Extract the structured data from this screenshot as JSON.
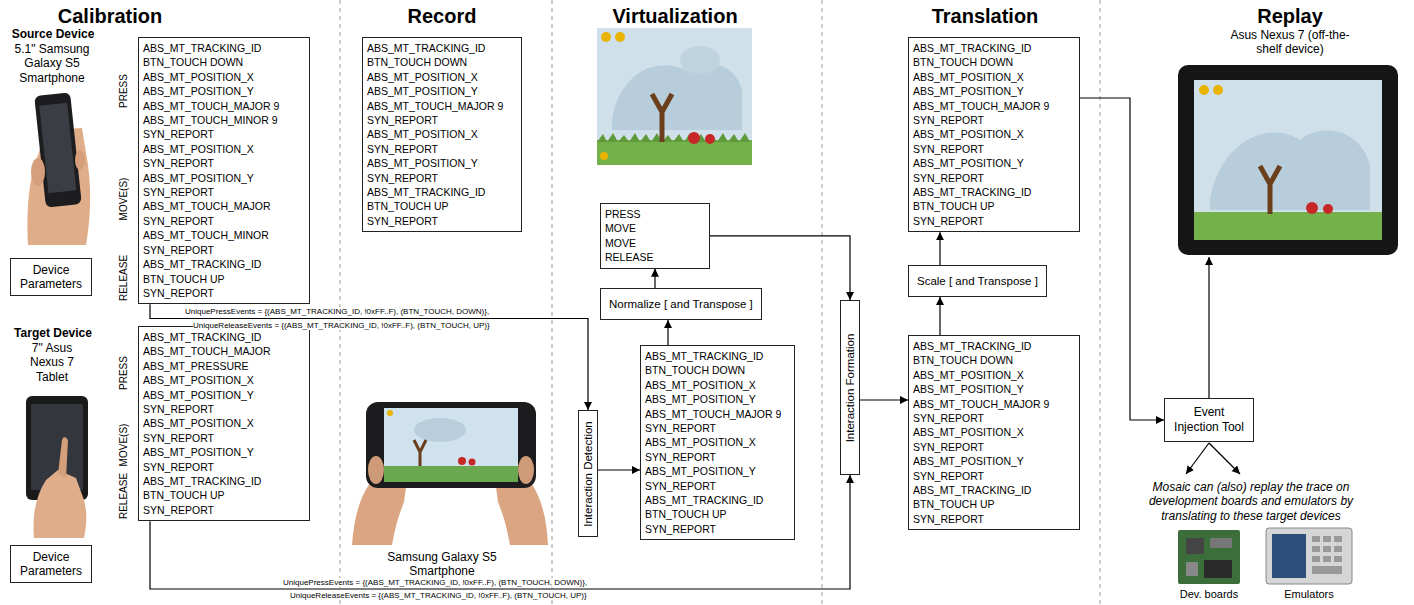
{
  "diagram": {
    "nodes": [
      {
        "text": [
          "ABS_MT_TRACKING_ID",
          "BTN_TOUCH DOWN",
          "ABS_MT_POSITION_X",
          "ABS_MT_POSITION_Y",
          "ABS_MT_TOUCH_MAJOR 9",
          "ABS_MT_TOUCH_MINOR 9",
          "SYN_REPORT",
          "ABS_MT_POSITION_X",
          "SYN_REPORT",
          "ABS_MT_POSITION_Y",
          "SYN_REPORT",
          "ABS_MT_TOUCH_MAJOR",
          "SYN_REPORT",
          "ABS_MT_TOUCH_MINOR",
          "SYN_REPORT",
          "ABS_MT_TRACKING_ID",
          "BTN_TOUCH UP",
          "SYN_REPORT"
        ]
      },
      {
        "text": [
          "Device Parameters"
        ]
      },
      {
        "text": [
          "ABS_MT_TRACKING_ID",
          "ABS_MT_TOUCH_MAJOR",
          "ABS_MT_PRESSURE",
          "ABS_MT_POSITION_X",
          "ABS_MT_POSITION_Y",
          "SYN_REPORT",
          "ABS_MT_POSITION_X",
          "SYN_REPORT",
          "ABS_MT_POSITION_Y",
          "SYN_REPORT",
          "ABS_MT_TRACKING_ID",
          "BTN_TOUCH UP",
          "SYN_REPORT"
        ]
      },
      {
        "text": [
          "Device Parameters"
        ]
      },
      {
        "text": [
          "ABS_MT_TRACKING_ID",
          "BTN_TOUCH DOWN",
          "ABS_MT_POSITION_X",
          "ABS_MT_POSITION_Y",
          "ABS_MT_TOUCH_MAJOR 9",
          "SYN_REPORT",
          "ABS_MT_POSITION_X",
          "SYN_REPORT",
          "ABS_MT_POSITION_Y",
          "SYN_REPORT",
          "ABS_MT_TRACKING_ID",
          "BTN_TOUCH UP",
          "SYN_REPORT"
        ]
      },
      {
        "text": [
          "PRESS",
          "MOVE",
          "MOVE",
          "RELEASE"
        ]
      },
      {
        "text": [
          "Normalize [ and Transpose ]"
        ]
      },
      {
        "text": [
          "Interaction Detection"
        ]
      },
      {
        "text": [
          "ABS_MT_TRACKING_ID",
          "BTN_TOUCH DOWN",
          "ABS_MT_POSITION_X",
          "ABS_MT_POSITION_Y",
          "ABS_MT_TOUCH_MAJOR 9",
          "SYN_REPORT",
          "ABS_MT_POSITION_X",
          "SYN_REPORT",
          "ABS_MT_POSITION_Y",
          "SYN_REPORT",
          "ABS_MT_TRACKING_ID",
          "BTN_TOUCH UP",
          "SYN_REPORT"
        ]
      },
      {
        "text": [
          "ABS_MT_TRACKING_ID",
          "BTN_TOUCH DOWN",
          "ABS_MT_POSITION_X",
          "ABS_MT_POSITION_Y",
          "ABS_MT_TOUCH_MAJOR 9",
          "SYN_REPORT",
          "ABS_MT_POSITION_X",
          "SYN_REPORT",
          "ABS_MT_POSITION_Y",
          "SYN_REPORT",
          "ABS_MT_TRACKING_ID",
          "BTN_TOUCH UP",
          "SYN_REPORT"
        ]
      },
      {
        "text": [
          "Scale [ and Transpose ]"
        ]
      },
      {
        "text": [
          "Interaction Formation"
        ]
      },
      {
        "text": [
          "ABS_MT_TRACKING_ID",
          "BTN_TOUCH DOWN",
          "ABS_MT_POSITION_X",
          "ABS_MT_POSITION_Y",
          "ABS_MT_TOUCH_MAJOR 9",
          "SYN_REPORT",
          "ABS_MT_POSITION_X",
          "SYN_REPORT",
          "ABS_MT_POSITION_Y",
          "SYN_REPORT",
          "ABS_MT_TRACKING_ID",
          "BTN_TOUCH UP",
          "SYN_REPORT"
        ]
      },
      {
        "text": [
          "Event Injection Tool"
        ]
      }
    ],
    "edges": [
      {
        "from": 0,
        "to": 7,
        "arrow": "to"
      },
      {
        "from": 7,
        "to": 8,
        "arrow": "to"
      },
      {
        "from": 8,
        "to": 6,
        "arrow": "to"
      },
      {
        "from": 6,
        "to": 5,
        "arrow": "to"
      },
      {
        "from": 5,
        "to": 11,
        "arrow": "to"
      },
      {
        "from": 2,
        "to": 11,
        "arrow": "to"
      },
      {
        "from": 11,
        "to": 12,
        "arrow": "to"
      },
      {
        "from": 12,
        "to": 10,
        "arrow": "to"
      },
      {
        "from": 10,
        "to": 9,
        "arrow": "to"
      },
      {
        "from": 9,
        "to": 13,
        "arrow": "to"
      }
    ],
    "labels": [
      "Calibration",
      "Record",
      "Virtualization",
      "Translation",
      "Replay",
      "Source Device",
      "5.1\" Samsung Galaxy S5 Smartphone",
      "PRESS",
      "MOVE(S)",
      "RELEASE",
      "UniquePressEvents = {(ABS_MT_TRACKING_ID, !0xFF..F), (BTN_TOUCH, DOWN)},",
      "UniqueReleaseEvents = {(ABS_MT_TRACKING_ID, !0xFF..F), (BTN_TOUCH, UP)}",
      "Target Device",
      "7\" Asus Nexus 7 Tablet",
      "PRESS",
      "MOVE(S)",
      "RELEASE",
      "UniquePressEvents = {(ABS_MT_TRACKING_ID, !0xFF..F), (BTN_TOUCH, DOWN)},",
      "UniqueReleaseEvents = {(ABS_MT_TRACKING_ID, !0xFF..F), (BTN_TOUCH, UP)}",
      "Samsung Galaxy S5 Smartphone",
      "Asus Nexus 7 (off-the-shelf device)",
      "Mosaic can (also) replay the trace on development boards and emulators by translating to these target devices",
      "Dev. boards",
      "Emulators"
    ]
  }
}
